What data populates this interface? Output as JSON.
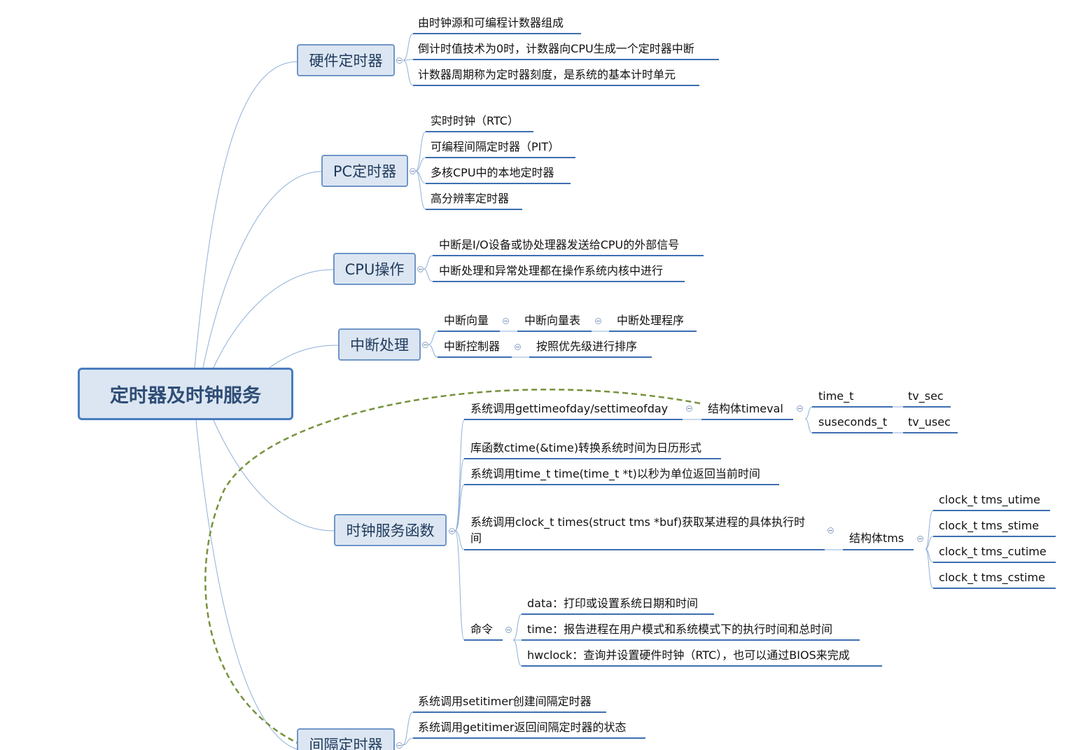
{
  "root": "定时器及时钟服务",
  "branches": {
    "hardware_timer": {
      "label": "硬件定时器",
      "items": [
        "由时钟源和可编程计数器组成",
        "倒计时值技术为0时，计数器向CPU生成一个定时器中断",
        "计数器周期称为定时器刻度，是系统的基本计时单元"
      ]
    },
    "pc_timer": {
      "label": "PC定时器",
      "items": [
        "实时时钟（RTC）",
        "可编程间隔定时器（PIT）",
        "多核CPU中的本地定时器",
        "高分辨率定时器"
      ]
    },
    "cpu_ops": {
      "label": "CPU操作",
      "items": [
        "中断是I/O设备或协处理器发送给CPU的外部信号",
        "中断处理和异常处理都在操作系统内核中进行"
      ]
    },
    "interrupt": {
      "label": "中断处理",
      "vector": "中断向量",
      "vector_table": "中断向量表",
      "handler": "中断处理程序",
      "controller": "中断控制器",
      "priority": "按照优先级进行排序"
    },
    "clock_service": {
      "label": "时钟服务函数",
      "gettimeofday": "系统调用gettimeofday/settimeofday",
      "timeval": "结构体timeval",
      "time_t": "time_t",
      "tv_sec": "tv_sec",
      "suseconds_t": "suseconds_t",
      "tv_usec": "tv_usec",
      "ctime": "库函数ctime(&time)转换系统时间为日历形式",
      "time_call": "系统调用time_t time(time_t *t)以秒为单位返回当前时间",
      "times_call_line1": "系统调用clock_t times(struct tms *buf)获取某进程的具体执行时",
      "times_call_line2": "间",
      "tms": "结构体tms",
      "tms_fields": [
        "clock_t tms_utime",
        "clock_t tms_stime",
        "clock_t tms_cutime",
        "clock_t tms_cstime"
      ],
      "commands": "命令",
      "command_items": [
        "data：打印或设置系统日期和时间",
        "time：报告进程在用户模式和系统模式下的执行时间和总时间",
        "hwclock：查询并设置硬件时钟（RTC），也可以通过BIOS来完成"
      ]
    },
    "interval_timer": {
      "label": "间隔定时器",
      "items": [
        "系统调用setitimer创建间隔定时器",
        "系统调用getitimer返回间隔定时器的状态"
      ]
    }
  },
  "colors": {
    "node_fill": "#dce6f2",
    "node_border": "#6f96c8",
    "connector": "#8fb0d8",
    "underline": "#3d6fb1",
    "relationship": "#76923c"
  }
}
